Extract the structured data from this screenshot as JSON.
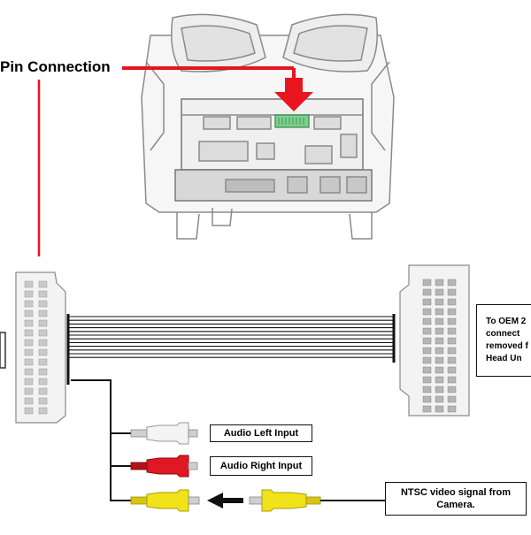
{
  "title": "Pin Connection",
  "labels": {
    "audio_left": "Audio Left Input",
    "audio_right": "Audio Right Input",
    "video": "NTSC  video signal from\nCamera.",
    "oem": "To OEM 2\nconnect\nremoved f\nHead Un"
  },
  "colors": {
    "accent": "#e8141e",
    "rca_white": "#f4f4f4",
    "rca_red": "#e01822",
    "rca_yellow": "#f2e21a",
    "wire": "#111111"
  }
}
